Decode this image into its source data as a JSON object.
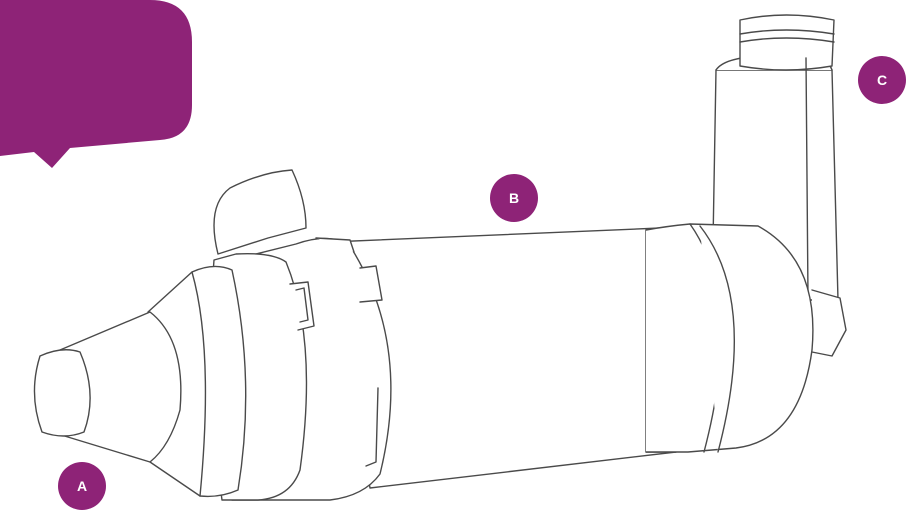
{
  "colors": {
    "accent": "#8e2377",
    "line": "#4a4a4a",
    "fill": "#ffffff"
  },
  "callout": {
    "text": ""
  },
  "markers": [
    {
      "label": "A"
    },
    {
      "label": "B"
    },
    {
      "label": "C"
    }
  ]
}
